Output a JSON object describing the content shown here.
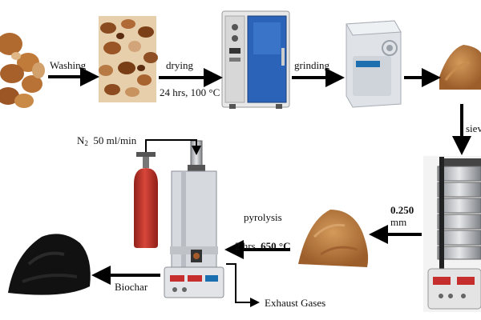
{
  "labels": {
    "washing": "Washing",
    "drying": "drying",
    "drying_conditions": "24 hrs, 100 °C",
    "grinding": "grinding",
    "sieving": "siev",
    "mesh_value": "0.250",
    "mesh_unit": "mm",
    "pyrolysis": "pyrolysis",
    "pyrolysis_time": "2 hrs,",
    "pyrolysis_temp": "650 °C",
    "nitrogen_symbol": "N",
    "nitrogen_subscript": "2",
    "nitrogen_flow": "50 ml/min",
    "biochar": "Biochar",
    "exhaust": "Exhaust Gases"
  },
  "colors": {
    "arrow": "#000000",
    "shell": "#b5733c",
    "kernel": "#d8b48a",
    "powder": "#b8763c",
    "oven_door": "#2b63b8",
    "cylinder": "#c8362e",
    "biochar": "#111111"
  }
}
